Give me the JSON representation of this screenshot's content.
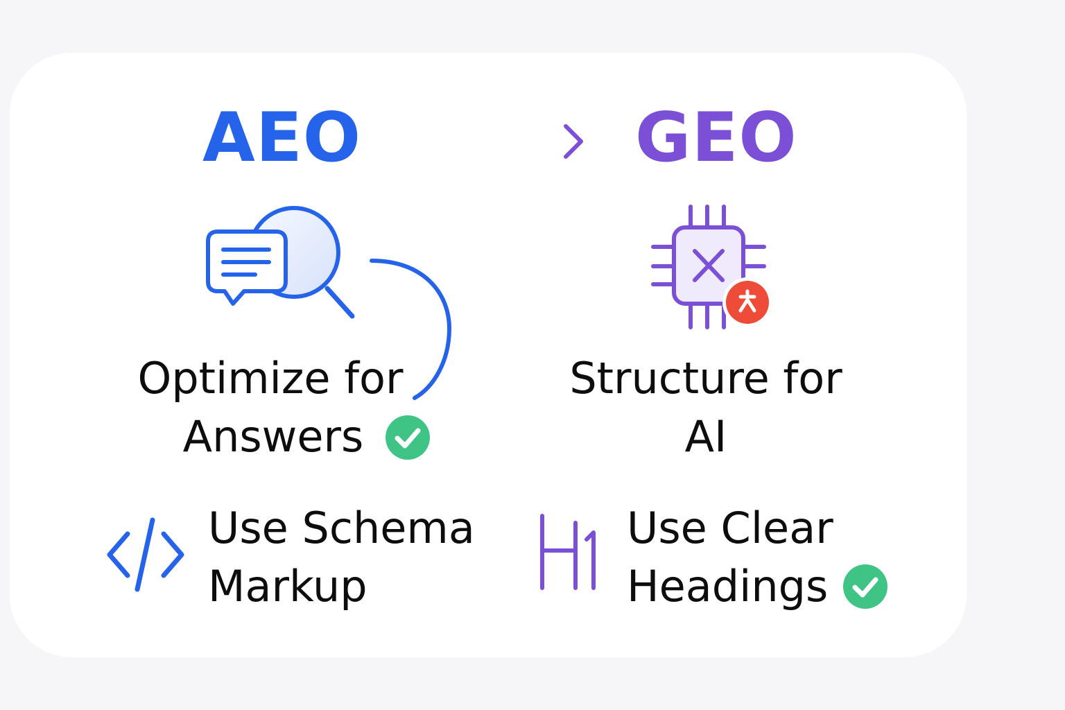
{
  "colors": {
    "aeo_blue": "#2563eb",
    "geo_purple": "#7b50d6",
    "check_green": "#3fc485",
    "alert_red": "#ee4b38",
    "text": "#0d0d0d"
  },
  "left": {
    "title": "AEO",
    "icon": "chat-magnifier-icon",
    "label_line1": "Optimize for",
    "label_line2": "Answers",
    "item": {
      "icon": "code-icon",
      "label_line1": "Use Schema",
      "label_line2": "Markup"
    }
  },
  "right": {
    "title": "GEO",
    "icon": "ai-chip-icon",
    "label_line1": "Structure for",
    "label_line2": "AI",
    "item": {
      "icon": "h1-heading-icon",
      "label_line1": "Use Clear",
      "label_line2": "Headings"
    }
  }
}
